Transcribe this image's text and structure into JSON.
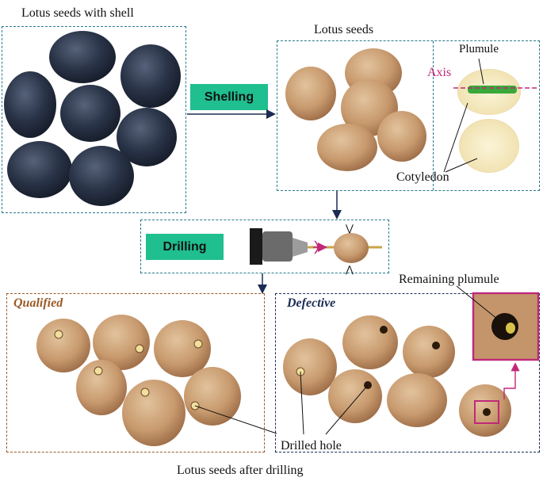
{
  "labels": {
    "top_left": "Lotus seeds with shell",
    "top_right": "Lotus seeds",
    "plumule": "Plumule",
    "axis": "Axis",
    "cotyledon": "Cotyledon",
    "remaining_plumule": "Remaining plumule",
    "drilled_hole": "Drilled hole",
    "bottom": "Lotus seeds after drilling"
  },
  "steps": {
    "shelling": "Shelling",
    "drilling": "Drilling"
  },
  "groups": {
    "qualified": "Qualified",
    "defective": "Defective"
  },
  "colors": {
    "teal_box": "#2a7a8c",
    "green_button": "#1fbf8f",
    "qualified_title": "#9a5a26",
    "defective_title": "#1b2b55",
    "axis_magenta": "#c0287a",
    "arrow": "#1b2b55"
  }
}
